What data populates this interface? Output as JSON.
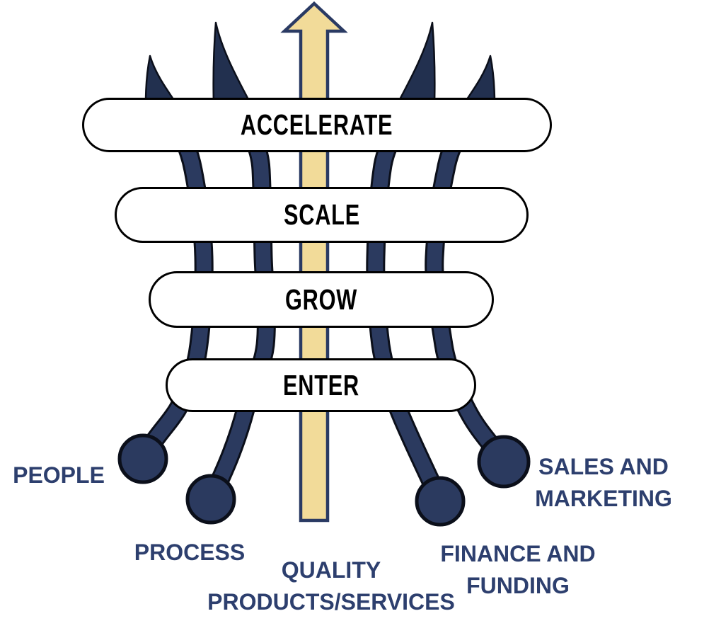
{
  "diagram": {
    "stages": [
      {
        "label": "ACCELERATE"
      },
      {
        "label": "SCALE"
      },
      {
        "label": "GROW"
      },
      {
        "label": "ENTER"
      }
    ],
    "inputs": [
      {
        "name": "people",
        "lines": [
          "PEOPLE"
        ]
      },
      {
        "name": "process",
        "lines": [
          "PROCESS"
        ]
      },
      {
        "name": "quality-products-services",
        "lines": [
          "QUALITY",
          "PRODUCTS/SERVICES"
        ]
      },
      {
        "name": "finance-and-funding",
        "lines": [
          "FINANCE AND",
          "FUNDING"
        ]
      },
      {
        "name": "sales-and-marketing",
        "lines": [
          "SALES AND",
          "MARKETING"
        ]
      }
    ],
    "colors": {
      "strand_navy": "#2b3a5f",
      "tip_navy": "#22304f",
      "outline_black": "#0b0f1a",
      "arrow_fill": "#f2db99",
      "arrow_stroke": "#2a3a63",
      "label_navy": "#2d3f6e",
      "bar_fill": "#ffffff",
      "bar_border": "#000000",
      "bar_text": "#000000"
    }
  }
}
